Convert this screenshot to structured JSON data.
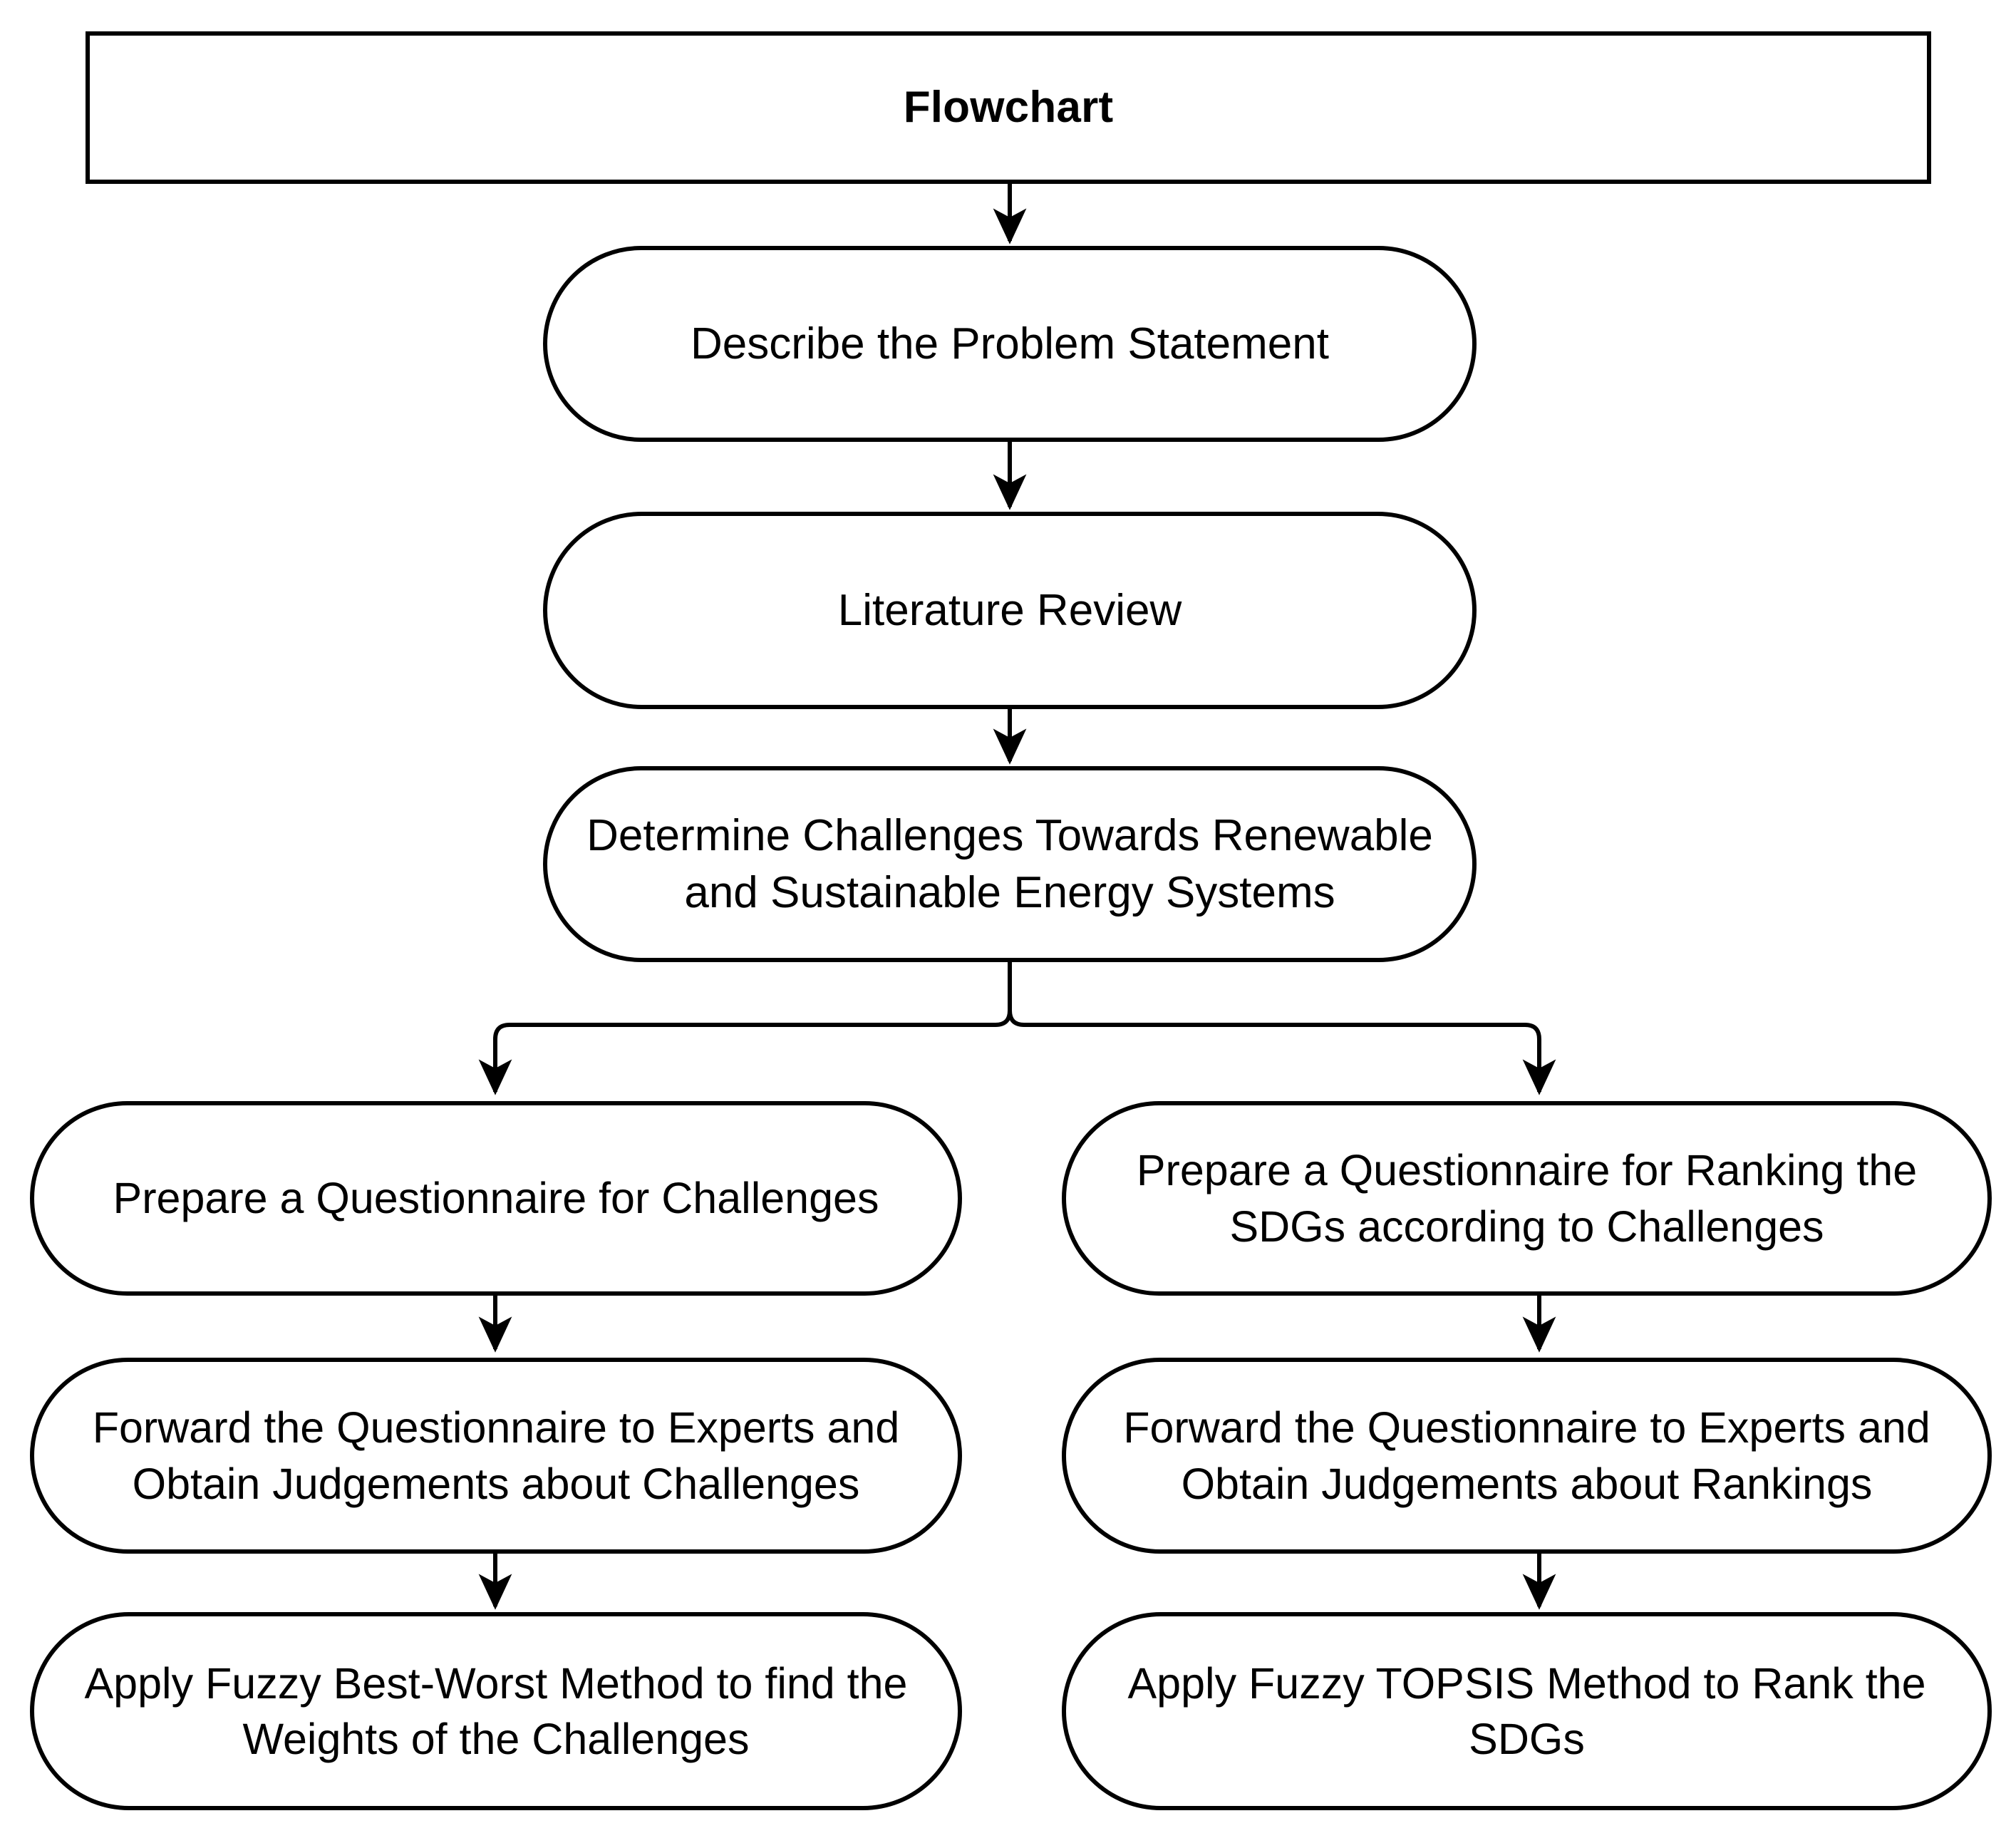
{
  "diagram": {
    "title": "Flowchart",
    "nodes": {
      "title_box": "Flowchart",
      "problem_statement": "Describe the Problem Statement",
      "literature_review": "Literature Review",
      "determine_challenges": "Determine Challenges Towards Renewable and Sustainable Energy Systems",
      "prepare_questionnaire_challenges": "Prepare a Questionnaire for Challenges",
      "prepare_questionnaire_sdgs": "Prepare a Questionnaire for Ranking the SDGs according to Challenges",
      "forward_questionnaire_challenges": "Forward the Questionnaire to Experts and Obtain Judgements about Challenges",
      "forward_questionnaire_rankings": "Forward the Questionnaire to Experts and Obtain Judgements about Rankings",
      "apply_fbwm": "Apply Fuzzy Best-Worst Method to find the Weights of the Challenges",
      "apply_ftopsis": "Apply Fuzzy TOPSIS Method to Rank the SDGs"
    },
    "edges": [
      {
        "from": "title_box",
        "to": "problem_statement",
        "style": "straight-arrow"
      },
      {
        "from": "problem_statement",
        "to": "literature_review",
        "style": "straight-arrow"
      },
      {
        "from": "literature_review",
        "to": "determine_challenges",
        "style": "straight-arrow"
      },
      {
        "from": "determine_challenges",
        "to": "prepare_questionnaire_challenges",
        "style": "split-left-arrow"
      },
      {
        "from": "determine_challenges",
        "to": "prepare_questionnaire_sdgs",
        "style": "split-right-arrow"
      },
      {
        "from": "prepare_questionnaire_challenges",
        "to": "forward_questionnaire_challenges",
        "style": "straight-arrow"
      },
      {
        "from": "prepare_questionnaire_sdgs",
        "to": "forward_questionnaire_rankings",
        "style": "straight-arrow"
      },
      {
        "from": "forward_questionnaire_challenges",
        "to": "apply_fbwm",
        "style": "straight-arrow"
      },
      {
        "from": "forward_questionnaire_rankings",
        "to": "apply_ftopsis",
        "style": "straight-arrow"
      }
    ],
    "colors": {
      "stroke": "#000000",
      "fill": "#ffffff",
      "text": "#000000"
    }
  }
}
